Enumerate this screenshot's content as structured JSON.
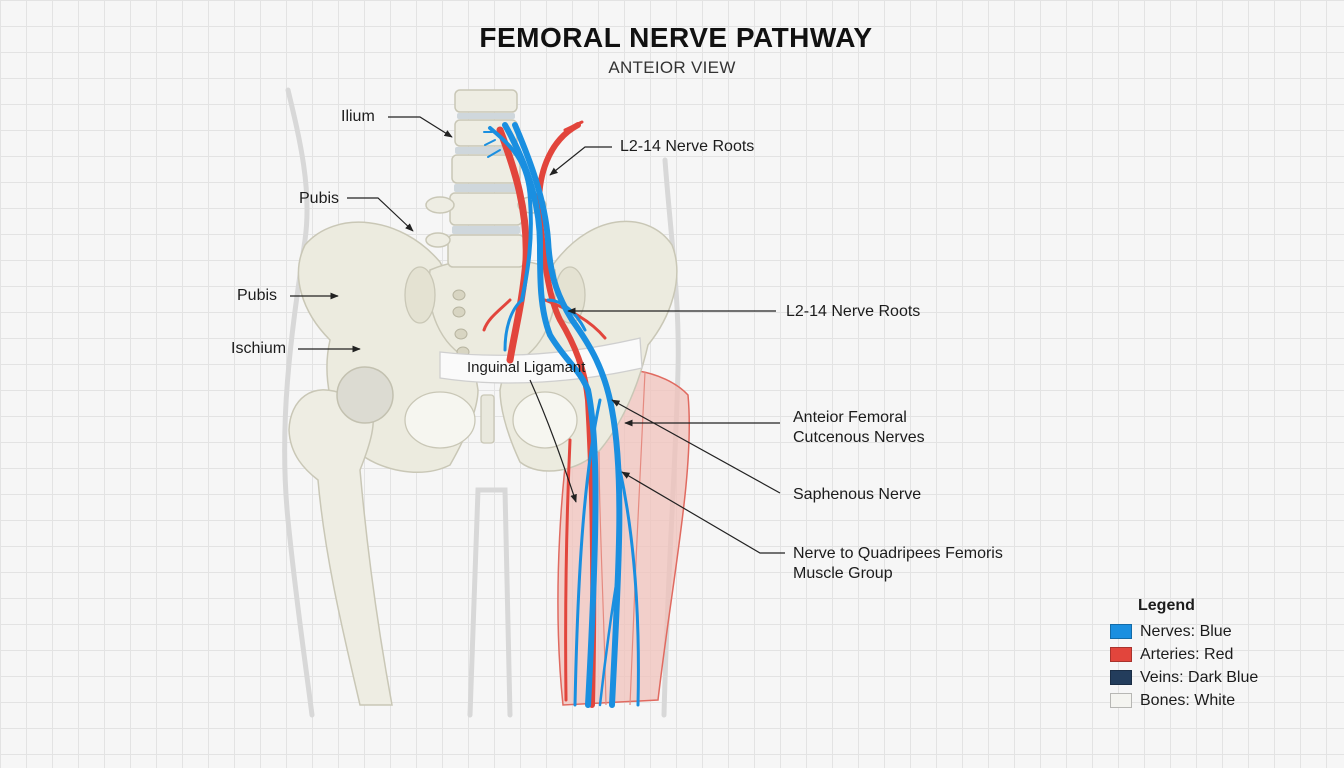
{
  "title": "FEMORAL NERVE PATHWAY",
  "subtitle": "ANTEIOR VIEW",
  "labels": {
    "ilium": "Ilium",
    "pubis_upper": "Pubis",
    "pubis_lower": "Pubis",
    "ischium": "Ischium",
    "nerve_roots_upper": "L2-14 Nerve Roots",
    "nerve_roots_lower": "L2-14 Nerve Roots",
    "inguinal_ligament": "Inguinal Ligamant",
    "anterior_femoral_line1": "Anteior Femoral",
    "anterior_femoral_line2": "Cutcenous Nerves",
    "saphenous": "Saphenous Nerve",
    "quadriceps_line1": "Nerve to Quadripees Femoris",
    "quadriceps_line2": "Muscle Group"
  },
  "legend": {
    "title": "Legend",
    "items": [
      {
        "label": "Nerves: Blue",
        "color": "#1a8fe0"
      },
      {
        "label": "Arteries: Red",
        "color": "#e2453c"
      },
      {
        "label": "Veins: Dark Blue",
        "color": "#233d5c"
      },
      {
        "label": "Bones: White",
        "color": "#f4f4f0"
      }
    ]
  }
}
